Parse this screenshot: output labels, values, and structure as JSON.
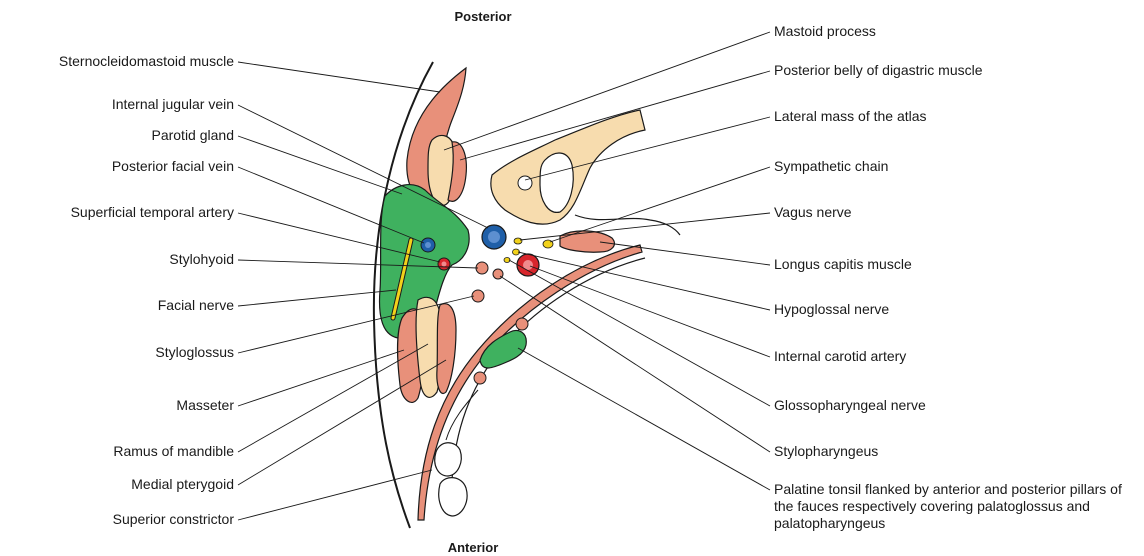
{
  "orientation": {
    "top": "Posterior",
    "bottom": "Anterior"
  },
  "labels_left": [
    "Sternocleidomastoid muscle",
    "Internal jugular vein",
    "Parotid gland",
    "Posterior facial vein",
    "Superficial temporal artery",
    "Stylohyoid",
    "Facial nerve",
    "Styloglossus",
    "Masseter",
    "Ramus of mandible",
    "Medial pterygoid",
    "Superior constrictor"
  ],
  "labels_right": [
    "Mastoid process",
    "Posterior belly of digastric muscle",
    "Lateral mass of the atlas",
    "Sympathetic chain",
    "Vagus nerve",
    "Longus capitis muscle",
    "Hypoglossal nerve",
    "Internal carotid artery",
    "Glossopharyngeal nerve",
    "Stylopharyngeus",
    "Palatine tonsil flanked by anterior and posterior pillars of the fauces respectively covering palatoglossus and palatopharyngeus"
  ],
  "colors": {
    "muscle": "#e8907a",
    "bone": "#f7dcae",
    "parotid": "#3fb15f",
    "vein": "#1f5fa8",
    "artery": "#d8262c",
    "nerve": "#f2d21b",
    "outline": "#1a1a1a"
  }
}
